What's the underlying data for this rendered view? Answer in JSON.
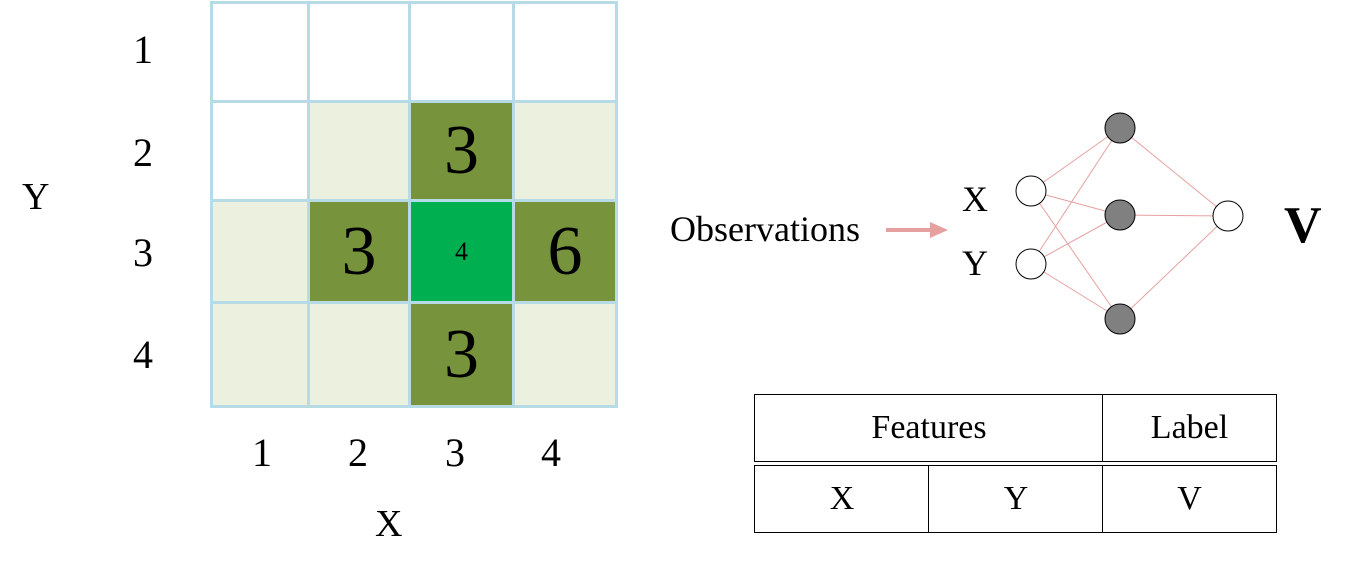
{
  "grid": {
    "row_labels": [
      "1",
      "2",
      "3",
      "4"
    ],
    "col_labels": [
      "1",
      "2",
      "3",
      "4"
    ],
    "x_title": "X",
    "y_title": "Y",
    "cells": [
      [
        {
          "fill": "white",
          "text": ""
        },
        {
          "fill": "white",
          "text": ""
        },
        {
          "fill": "white",
          "text": ""
        },
        {
          "fill": "white",
          "text": ""
        }
      ],
      [
        {
          "fill": "white",
          "text": ""
        },
        {
          "fill": "light",
          "text": ""
        },
        {
          "fill": "dark",
          "text": "3",
          "size": "big"
        },
        {
          "fill": "light",
          "text": ""
        }
      ],
      [
        {
          "fill": "light",
          "text": ""
        },
        {
          "fill": "dark",
          "text": "3",
          "size": "big"
        },
        {
          "fill": "bright",
          "text": "4",
          "size": "small"
        },
        {
          "fill": "dark",
          "text": "6",
          "size": "big"
        }
      ],
      [
        {
          "fill": "light",
          "text": ""
        },
        {
          "fill": "light",
          "text": ""
        },
        {
          "fill": "dark",
          "text": "3",
          "size": "big"
        },
        {
          "fill": "light",
          "text": ""
        }
      ]
    ],
    "colors": {
      "white": "#ffffff",
      "light": "#ebf1de",
      "dark": "#77933c",
      "bright": "#00b050",
      "border": "#b7dbe6"
    }
  },
  "observations_label": "Observations",
  "arrow_color": "#e6a0a0",
  "network": {
    "input_labels": [
      "X",
      "Y"
    ],
    "output_label": "V",
    "hidden_count": 3,
    "hidden_fill": "#808080",
    "edge_color": "#e6a0a0"
  },
  "table": {
    "header_features": "Features",
    "header_label": "Label",
    "row": [
      "X",
      "Y",
      "V"
    ]
  }
}
